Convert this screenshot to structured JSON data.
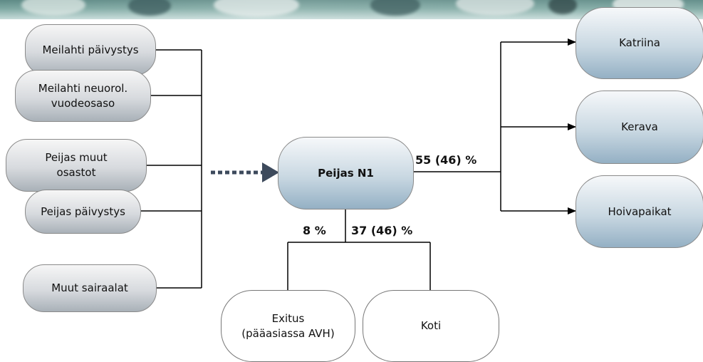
{
  "sources": [
    {
      "id": "meilahti-paivystys",
      "label": "Meilahti päivystys"
    },
    {
      "id": "meilahti-neurorol",
      "label": "Meilahti neuorol.\nvuodeosaso"
    },
    {
      "id": "peijas-muut",
      "label": "Peijas muut\nosastot"
    },
    {
      "id": "peijas-paivystys",
      "label": "Peijas päivystys"
    },
    {
      "id": "muut-sairaalat",
      "label": "Muut sairaalat"
    }
  ],
  "center": {
    "label": "Peijas N1"
  },
  "destinations": [
    {
      "id": "katriina",
      "label": "Katriina"
    },
    {
      "id": "kerava",
      "label": "Kerava"
    },
    {
      "id": "hoivapaikat",
      "label": "Hoivapaikat"
    }
  ],
  "bottom": [
    {
      "id": "exitus",
      "label": "Exitus\n(pääasiassa AVH)"
    },
    {
      "id": "koti",
      "label": "Koti"
    }
  ],
  "percentages": {
    "to_destinations": "55 (46) %",
    "to_exitus": "8 %",
    "to_koti": "37 (46) %"
  },
  "colors": {
    "line": "#000000",
    "arrow_dotted": "#3d4a5c",
    "node_grey": "#c9ced3",
    "node_blue": "#a9c1d3"
  }
}
